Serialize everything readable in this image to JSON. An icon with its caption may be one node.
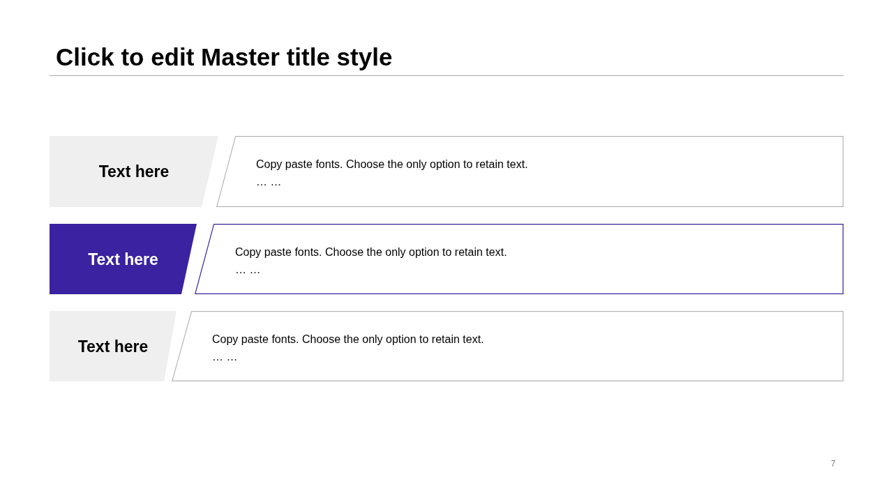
{
  "diagram": {
    "title": "Click to edit Master title style",
    "nodes": [
      {
        "text": [
          "Text here"
        ]
      },
      {
        "text": [
          "Copy paste fonts. Choose the only option to retain text.",
          "… …"
        ]
      },
      {
        "text": [
          "Text here"
        ]
      },
      {
        "text": [
          "Copy paste fonts. Choose the only option to retain text.",
          "… …"
        ]
      },
      {
        "text": [
          "Text here"
        ]
      },
      {
        "text": [
          "Copy paste fonts. Choose the only option to retain text.",
          "… …"
        ]
      }
    ],
    "labels": [
      "7"
    ]
  }
}
